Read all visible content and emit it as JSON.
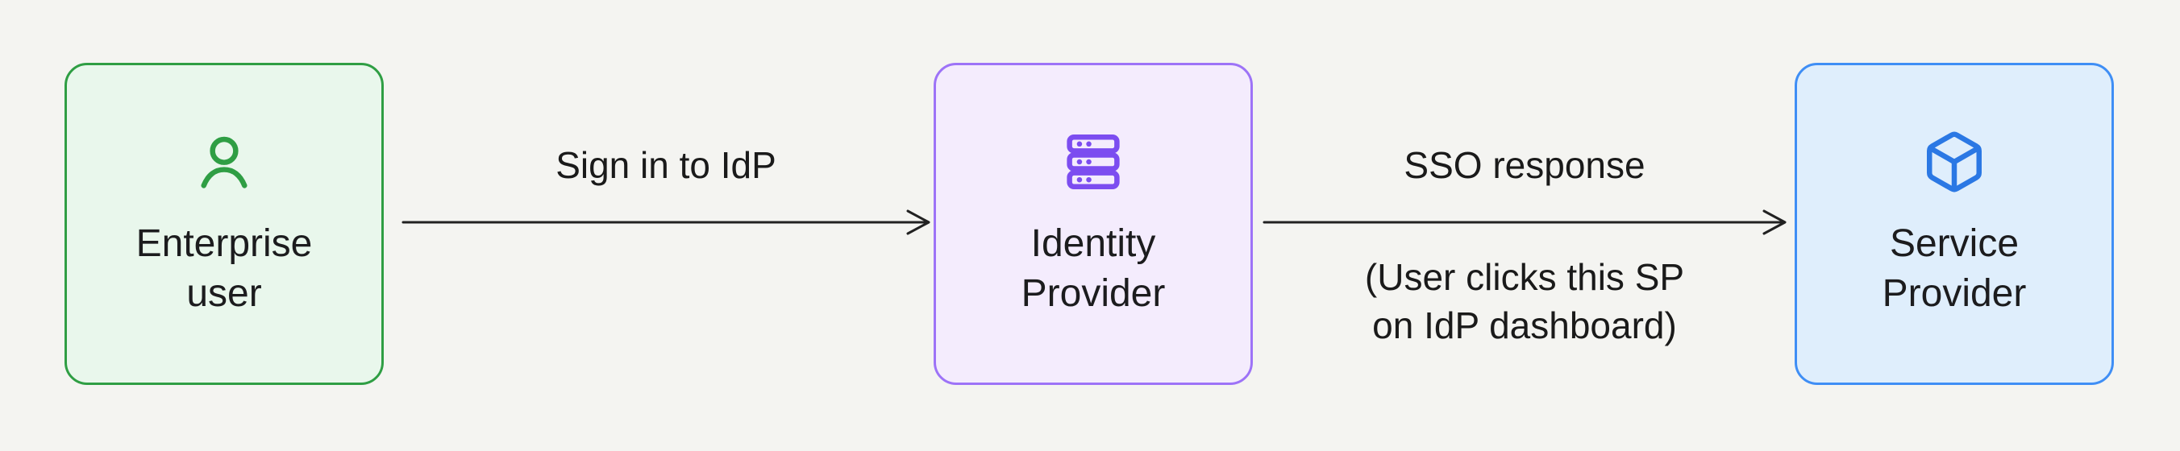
{
  "diagram": {
    "background_color": "#f4f4f1",
    "nodes": [
      {
        "id": "enterprise-user",
        "label": "Enterprise user",
        "icon": "user-icon",
        "fill_color": "#e9f7ec",
        "border_color": "#2f9e44",
        "icon_color": "#2f9e44"
      },
      {
        "id": "identity-provider",
        "label": "Identity Provider",
        "icon": "server-icon",
        "fill_color": "#f4ecfd",
        "border_color": "#9d73f7",
        "icon_color": "#7c4df0"
      },
      {
        "id": "service-provider",
        "label": "Service Provider",
        "icon": "cube-icon",
        "fill_color": "#dfeefc",
        "border_color": "#3f8ef5",
        "icon_color": "#2b78e4"
      }
    ],
    "edges": [
      {
        "from": "enterprise-user",
        "to": "identity-provider",
        "label": "Sign in to IdP"
      },
      {
        "from": "identity-provider",
        "to": "service-provider",
        "label": "SSO response",
        "sublabel_line1": "(User clicks this SP",
        "sublabel_line2": "on IdP dashboard)"
      }
    ],
    "arrow_color": "#212121",
    "text_color": "#1a1a1a"
  }
}
